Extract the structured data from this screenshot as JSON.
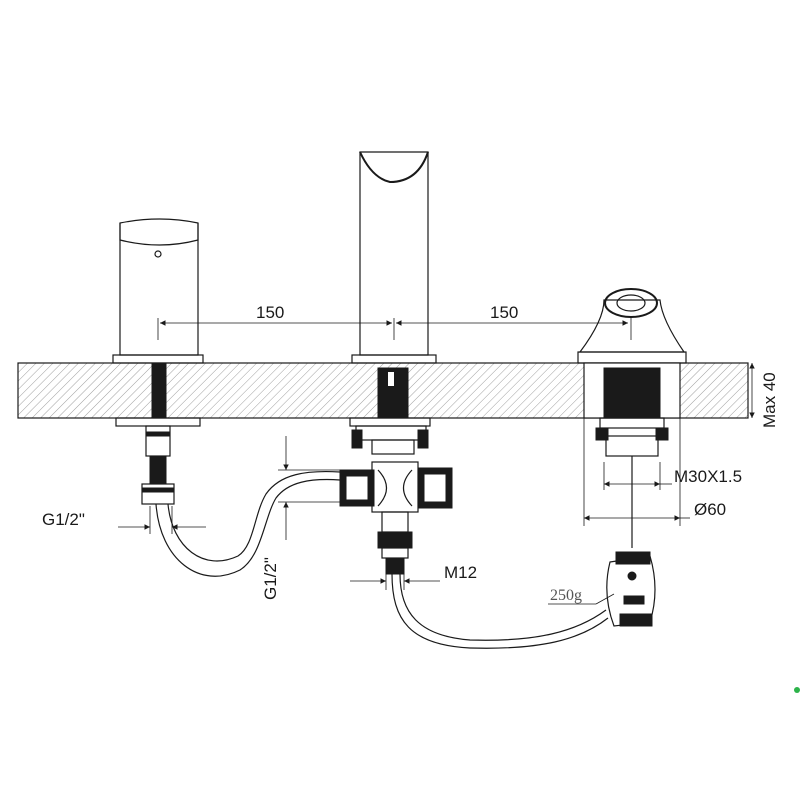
{
  "labels": {
    "dim_left": "150",
    "dim_right": "150",
    "max_thickness": "Max 40",
    "thread_sensor": "M30X1.5",
    "diameter": "Ø60",
    "thread_left": "G1/2\"",
    "thread_vertical": "G1/2\"",
    "thread_m12": "M12",
    "weight": "250g"
  },
  "colors": {
    "line": "#1a1a1a",
    "weight_label": "#555555",
    "accent_dot": "#2db34a"
  }
}
